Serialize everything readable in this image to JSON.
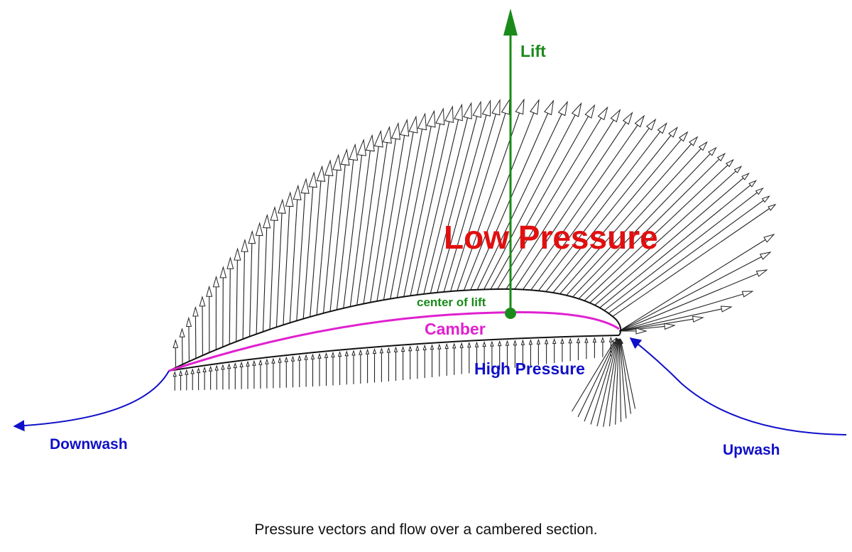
{
  "labels": {
    "lift": "Lift",
    "low_pressure": "Low Pressure",
    "center_of_lift": "center of lift",
    "camber": "Camber",
    "high_pressure": "High Pressure",
    "downwash": "Downwash",
    "upwash": "Upwash"
  },
  "caption": "Pressure vectors and flow over a cambered section.",
  "colors": {
    "lift": "#1a8a1a",
    "low_pressure": "#e01010",
    "camber": "#e020d0",
    "flow": "#1010c8",
    "vectors": "#222222"
  }
}
